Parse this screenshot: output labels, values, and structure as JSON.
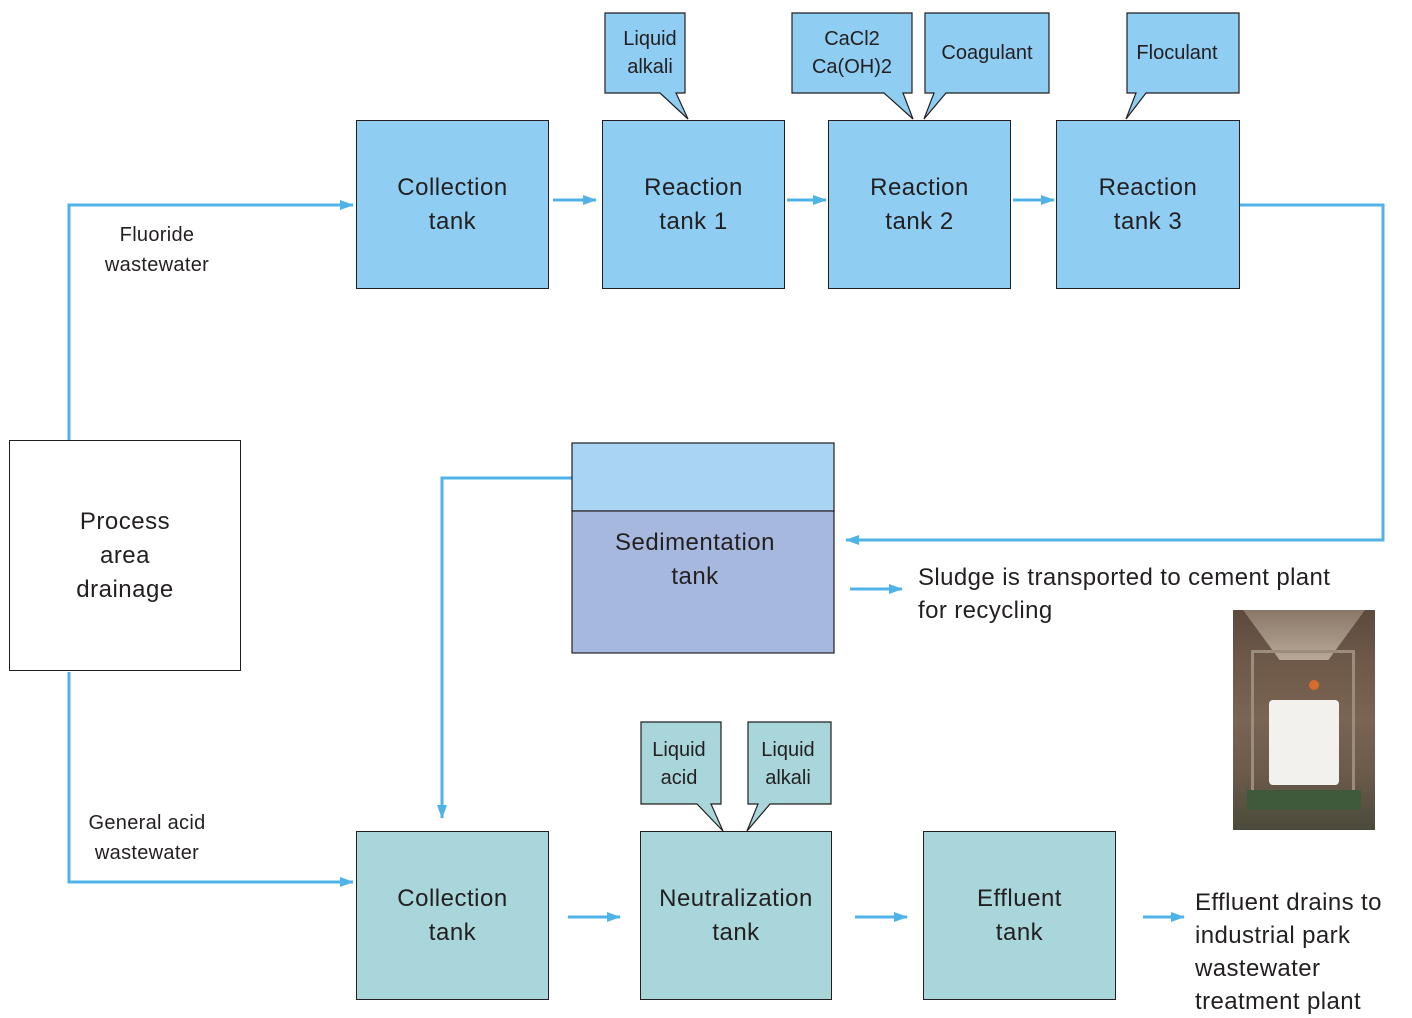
{
  "boxes": {
    "process_area": "Process\narea\ndrainage",
    "collection_tank_top": "Collection\ntank",
    "reaction_tank_1": "Reaction\ntank 1",
    "reaction_tank_2": "Reaction\ntank 2",
    "reaction_tank_3": "Reaction\ntank 3",
    "sedimentation_tank": "Sedimentation\ntank",
    "collection_tank_bottom": "Collection\ntank",
    "neutralization_tank": "Neutralization\ntank",
    "effluent_tank": "Effluent\ntank"
  },
  "callouts": {
    "liquid_alkali_top": "Liquid\nalkali",
    "cacl2": "CaCl2\nCa(OH)2",
    "coagulant": "Coagulant",
    "floculant": "Floculant",
    "liquid_acid": "Liquid\nacid",
    "liquid_alkali_bottom": "Liquid\nalkali"
  },
  "labels": {
    "fluoride": "Fluoride\nwastewater",
    "general_acid": "General acid\nwastewater",
    "sludge": "Sludge is  transported to cement plant\nfor recycling",
    "effluent_drains": "Effluent drains to\nindustrial park\nwastewater\ntreatment plant"
  },
  "colors": {
    "line": "#4fb3e8",
    "blue_box": "#8fcdf2",
    "teal_box": "#a8d6da",
    "sed_top": "#a9d4f3",
    "sed_bottom": "#a7b8df"
  }
}
